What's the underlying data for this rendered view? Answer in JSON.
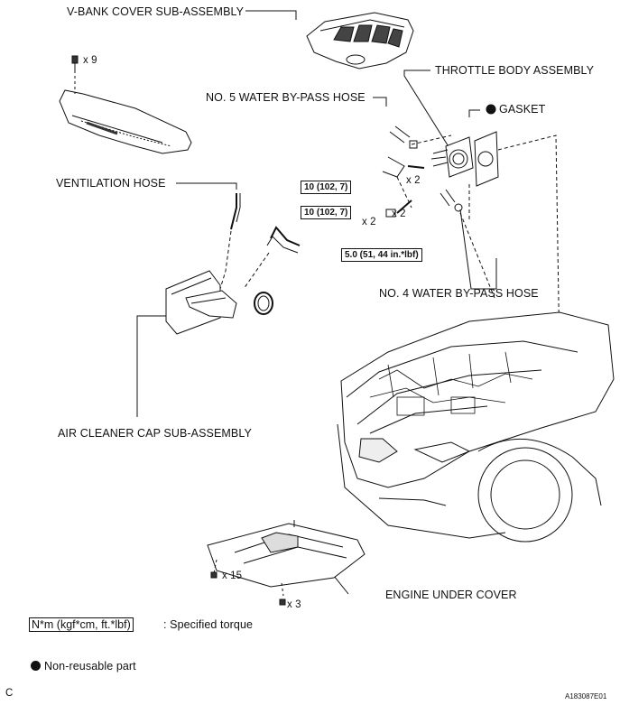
{
  "labels": {
    "vbank_cover": "V-BANK COVER SUB-ASSEMBLY",
    "throttle_body": "THROTTLE BODY ASSEMBLY",
    "no5_hose": "NO. 5 WATER BY-PASS HOSE",
    "gasket": "GASKET",
    "ventilation_hose": "VENTILATION HOSE",
    "no4_hose": "NO. 4 WATER BY-PASS HOSE",
    "air_cleaner_cap": "AIR CLEANER CAP SUB-ASSEMBLY",
    "engine_under_cover": "ENGINE UNDER COVER"
  },
  "quantities": {
    "upper_clips": "x 9",
    "throttle_bolts": "x 2",
    "nut_left": "x 2",
    "nut_right": "x 2",
    "under_clips_left": "x 15",
    "under_clips_bottom": "x 3"
  },
  "torques": {
    "bolt_upper": "10 (102, 7)",
    "bolt_lower": "10 (102, 7)",
    "hose_clamp": "5.0 (51, 44 in.*lbf)"
  },
  "legend": {
    "torque_unit": "N*m (kgf*cm, ft.*lbf)",
    "torque_desc": ": Specified torque",
    "non_reusable": "Non-reusable part"
  },
  "footer": {
    "left": "C",
    "right": "A183087E01"
  }
}
